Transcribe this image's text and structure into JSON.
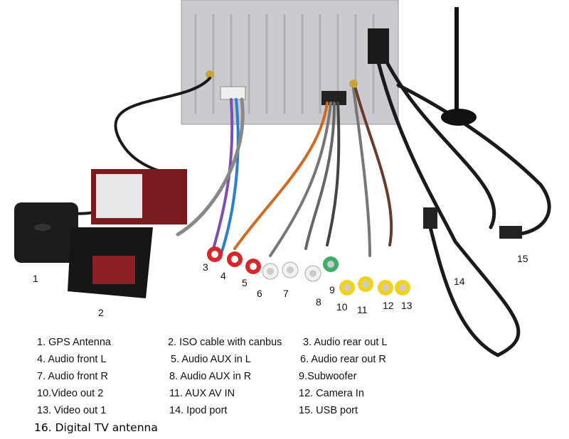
{
  "callouts": [
    "1",
    "2",
    "3",
    "4",
    "5",
    "6",
    "7",
    "8",
    "9",
    "10",
    "11",
    "12",
    "13",
    "14",
    "15"
  ],
  "legend": [
    "1. GPS Antenna",
    "2. ISO cable with canbus",
    "3. Audio rear out L",
    "4. Audio front L",
    "5. Audio AUX in L",
    "6. Audio rear out R",
    "7. Audio front R",
    "8. Audio AUX in R",
    "9.Subwoofer",
    "10.Video out 2",
    "11. AUX AV IN",
    "12. Camera In",
    "13. Video out 1",
    "14. Ipod port",
    "15. USB port",
    "16. Digital TV antenna"
  ],
  "colors": {
    "red": "#d8262a",
    "white": "#f2f2f2",
    "green": "#3fae6b",
    "yellow": "#f2d21a",
    "unit": "#c9cbce",
    "iso_box": "#7a1a1e"
  }
}
